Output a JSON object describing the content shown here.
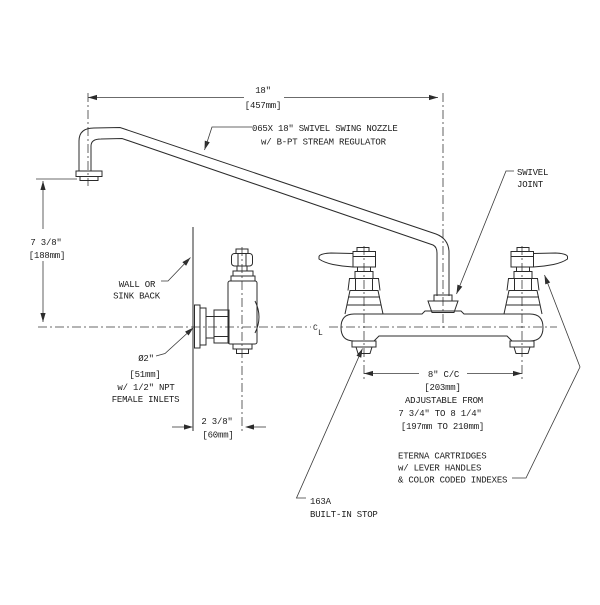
{
  "drawing": {
    "colors": {
      "line": "#2b2b2b",
      "background": "#ffffff",
      "text": "#1c1c1c"
    },
    "dimensions": {
      "nozzle_reach": {
        "imperial": "18\"",
        "metric": "[457mm]"
      },
      "spout_height": {
        "imperial": "7 3/8\"",
        "metric": "[188mm]"
      },
      "inlet_depth": {
        "imperial": "2 3/8\"",
        "metric": "[60mm]"
      },
      "center_spacing": {
        "imperial": "8\" C/C",
        "metric": "[203mm]",
        "note1": "ADJUSTABLE FROM",
        "note2": "7 3/4\" TO 8 1/4\"",
        "note3": "[197mm TO 210mm]"
      }
    },
    "labels": {
      "nozzle": {
        "line1": "065X 18\" SWIVEL SWING NOZZLE",
        "line2": "w/ B-PT STREAM REGULATOR"
      },
      "swivel_joint": {
        "line1": "SWIVEL",
        "line2": "JOINT"
      },
      "wall": {
        "line1": "WALL OR",
        "line2": "SINK BACK"
      },
      "inlets": {
        "line1": "Ø2\"",
        "line2": "[51mm]",
        "line3": "w/ 1/2\" NPT",
        "line4": "FEMALE INLETS"
      },
      "cartridges": {
        "line1": "ETERNA CARTRIDGES",
        "line2": "w/ LEVER HANDLES",
        "line3": "& COLOR CODED INDEXES"
      },
      "stop": {
        "line1": "163A",
        "line2": "BUILT-IN STOP"
      },
      "centerline_c": "C",
      "centerline_l": "L"
    }
  }
}
